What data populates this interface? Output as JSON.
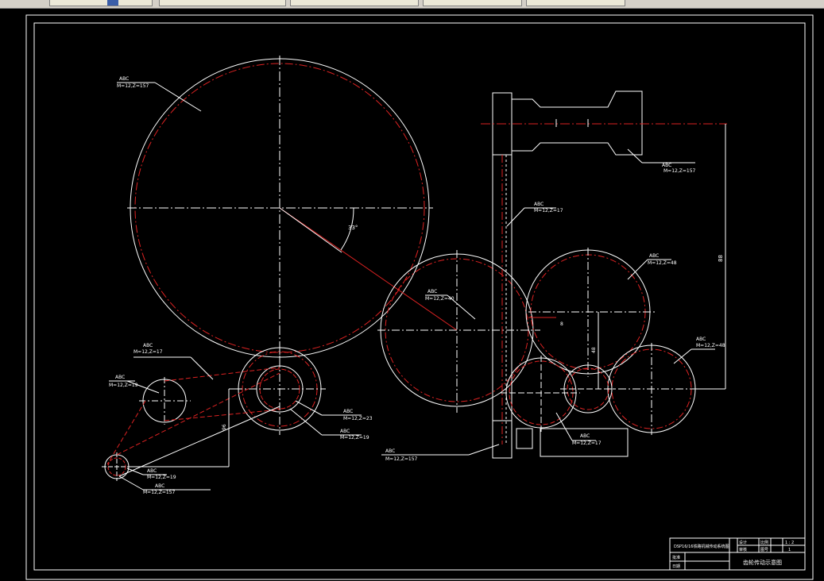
{
  "labels": {
    "big_gear": "ABC",
    "big_gear_spec": "M=12,Z=157",
    "pinion_left": "ABC",
    "pinion_left_spec": "M=12,Z=23",
    "pulley_small": "ABC",
    "pulley_small_spec": "M=12,Z=19",
    "motor": "ABC",
    "motor_spec": "",
    "vbelt": "ABC",
    "vbelt_spec": "",
    "cylinder": "ABC",
    "cylinder_spec": "",
    "sprocket": "ABC",
    "sprocket_spec": "",
    "mid_gear": "ABC",
    "mid_gear_spec": "M=12,Z=40",
    "upper_right_gear": "ABC",
    "upper_right_gear_spec": "M=12,Z=48",
    "right_gear": "ABC",
    "right_gear_spec": "M=12,Z=48",
    "small_gear": "ABC",
    "small_gear_spec": "M=12,Z=17",
    "reducer": "ABC",
    "reducer_spec": "",
    "left_bottom_gear": "ABC",
    "left_bottom_gear_spec": "",
    "angle": "33°",
    "dim_vertical": "88",
    "dim_height": "48",
    "dim_height2": "96",
    "offset": "8"
  },
  "title_block": {
    "drawing_title": "DSP16/16铁路机械传动系统图",
    "name": "齿轮传动示意图",
    "scale_label": "比例",
    "scale_value": "1 : 2",
    "sheet_label": "图号",
    "sheet_value": "1",
    "designer_label": "设计",
    "checker_label": "审核",
    "approve_label": "批准",
    "date_label": "日期"
  }
}
